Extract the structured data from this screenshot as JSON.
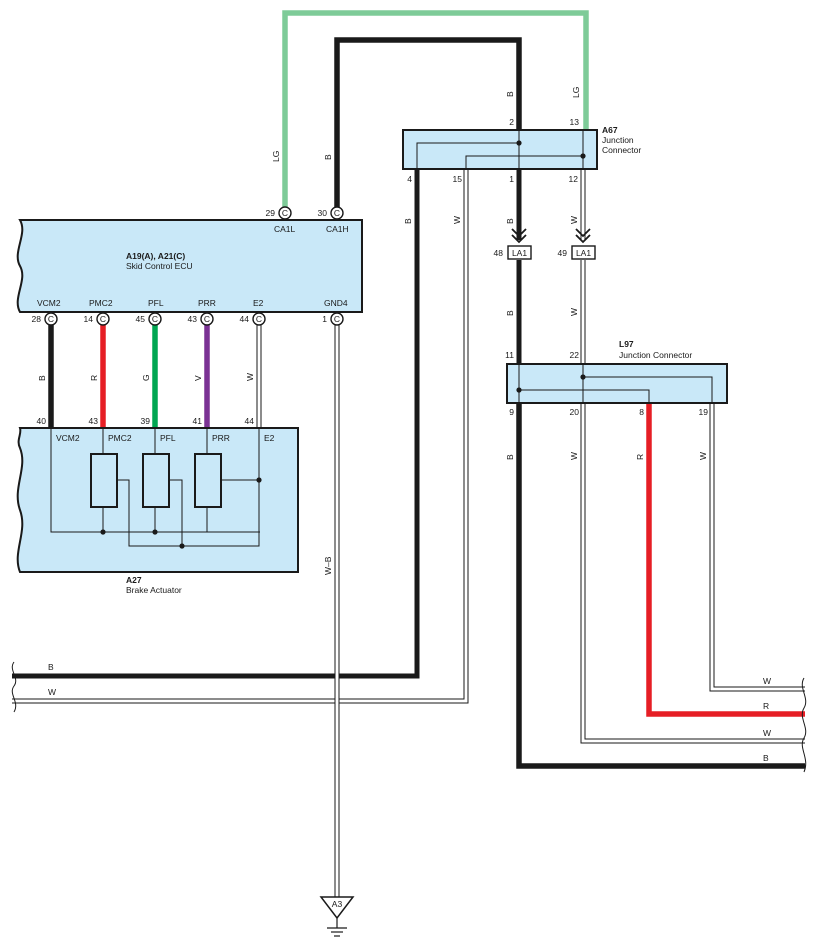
{
  "colors": {
    "box_fill": "#c9e8f8",
    "wire_B": "#1a1a1a",
    "wire_LG": "#7ecb98",
    "wire_R": "#e61e25",
    "wire_G": "#00a651",
    "wire_V": "#7b3294",
    "wire_W": "#ffffff"
  },
  "ecu": {
    "title": "A19(A), A21(C)",
    "subtitle": "Skid Control ECU",
    "top_terminals": [
      {
        "pin": "29",
        "conn": "C",
        "name": "CA1L"
      },
      {
        "pin": "30",
        "conn": "C",
        "name": "CA1H"
      }
    ],
    "bottom_terminals": [
      {
        "pin": "28",
        "conn": "C",
        "name": "VCM2"
      },
      {
        "pin": "14",
        "conn": "C",
        "name": "PMC2"
      },
      {
        "pin": "45",
        "conn": "C",
        "name": "PFL"
      },
      {
        "pin": "43",
        "conn": "C",
        "name": "PRR"
      },
      {
        "pin": "44",
        "conn": "C",
        "name": "E2"
      },
      {
        "pin": "1",
        "conn": "C",
        "name": "GND4"
      }
    ]
  },
  "actuator": {
    "title": "A27",
    "subtitle": "Brake Actuator",
    "terminals": [
      {
        "pin": "40",
        "name": "VCM2"
      },
      {
        "pin": "43",
        "name": "PMC2"
      },
      {
        "pin": "39",
        "name": "PFL"
      },
      {
        "pin": "41",
        "name": "PRR"
      },
      {
        "pin": "44",
        "name": "E2"
      }
    ]
  },
  "a67": {
    "title": "A67",
    "subtitle1": "Junction",
    "subtitle2": "Connector",
    "top_pins": [
      "2",
      "13"
    ],
    "bottom_pins": [
      "4",
      "15",
      "1",
      "12"
    ]
  },
  "l97": {
    "title": "L97",
    "subtitle": "Junction Connector",
    "top_pins": [
      "11",
      "22"
    ],
    "bottom_pins": [
      "9",
      "20",
      "8",
      "19"
    ]
  },
  "la1": [
    {
      "pin": "48",
      "label": "LA1"
    },
    {
      "pin": "49",
      "label": "LA1"
    }
  ],
  "ground": {
    "label": "A3"
  },
  "wire_colors": {
    "lg_ecu": "LG",
    "b_ecu": "B",
    "b_top": "B",
    "lg_top": "LG",
    "b_a67_left": "B",
    "w_a67_left": "W",
    "b_a67_mid": "B",
    "w_a67_right": "W",
    "b_la1": "B",
    "w_la1": "W",
    "b_vcm2": "B",
    "r_pmc2": "R",
    "g_pfl": "G",
    "v_prr": "V",
    "w_e2": "W",
    "wb_gnd": "W–B",
    "b_l97_9": "B",
    "w_l97_20": "W",
    "r_l97_8": "R",
    "w_l97_19": "W"
  },
  "bus_left": [
    {
      "label": "B"
    },
    {
      "label": "W"
    }
  ],
  "bus_right": [
    {
      "label": "W"
    },
    {
      "label": "R"
    },
    {
      "label": "W"
    },
    {
      "label": "B"
    }
  ]
}
